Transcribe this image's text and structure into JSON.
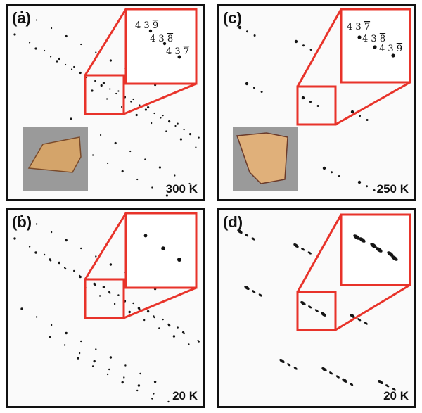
{
  "panels": [
    {
      "label": "(a)",
      "temperature": "300 K",
      "annotations": [
        {
          "base": "4 3 ",
          "bar": "9"
        },
        {
          "base": "4 3 ",
          "bar": "8"
        },
        {
          "base": "4 3 ",
          "bar": "7"
        }
      ]
    },
    {
      "label": "(b)",
      "temperature": "20 K",
      "annotations": []
    },
    {
      "label": "(c)",
      "temperature": "250 K",
      "annotations": [
        {
          "base": "4 3 ",
          "bar": "7"
        },
        {
          "base": "4 3 ",
          "bar": "8"
        },
        {
          "base": "4 3 ",
          "bar": "9"
        }
      ]
    },
    {
      "label": "(d)",
      "temperature": "20 K",
      "annotations": []
    }
  ],
  "colors": {
    "zoom_box": "#e8332a",
    "frame": "#111111",
    "crystal": "#d9a86c"
  }
}
